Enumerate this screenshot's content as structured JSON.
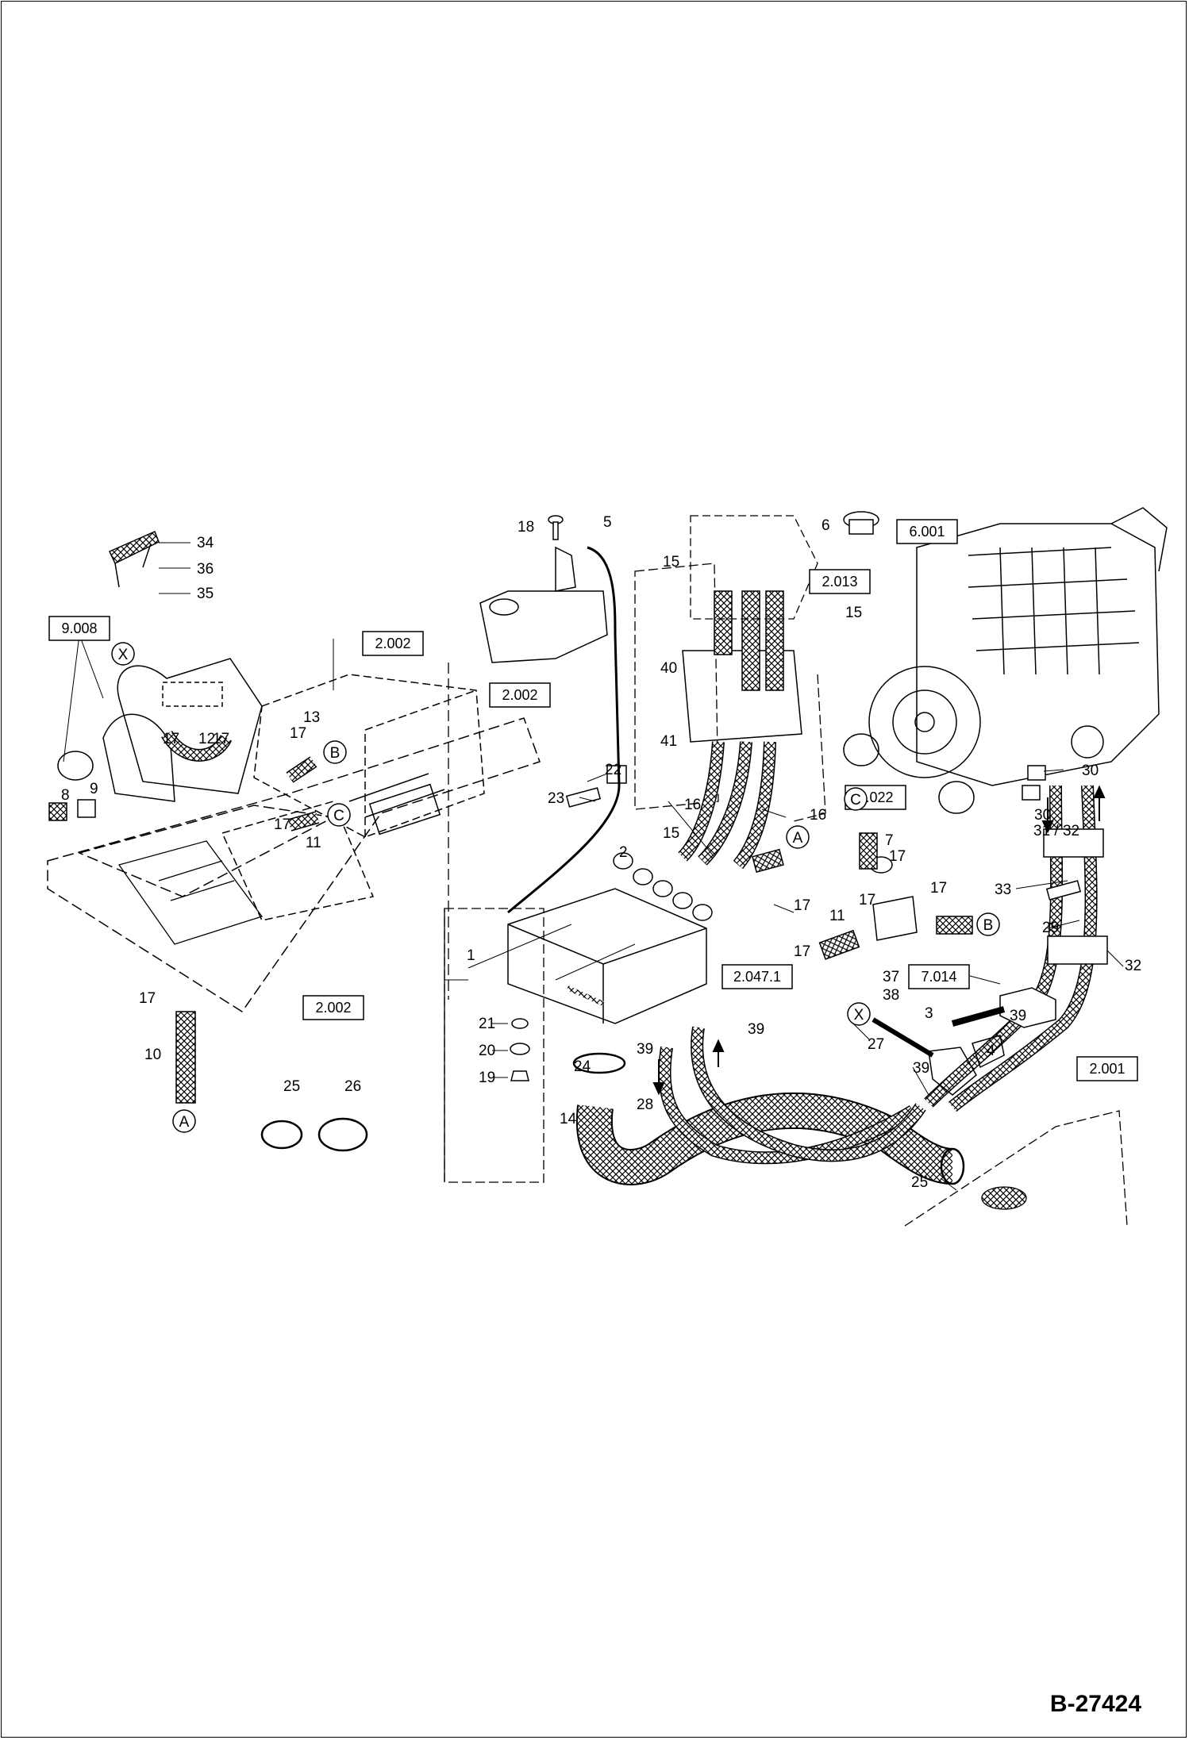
{
  "drawing_id": "B-27424",
  "ref_boxes": [
    "9.008",
    "2.002",
    "2.002",
    "2.002",
    "2.013",
    "6.001",
    "2.022",
    "2.047.1",
    "7.014",
    "2.001"
  ],
  "circle_refs": [
    "X",
    "B",
    "C",
    "A",
    "A",
    "C",
    "B",
    "X"
  ],
  "part_labels": [
    "34",
    "36",
    "35",
    "17",
    "12",
    "17",
    "17",
    "13",
    "8",
    "9",
    "17",
    "11",
    "17",
    "10",
    "25",
    "26",
    "18",
    "5",
    "6",
    "15",
    "15",
    "40",
    "41",
    "22",
    "23",
    "16",
    "16",
    "2",
    "15",
    "17",
    "17",
    "1",
    "21",
    "20",
    "19",
    "24",
    "14",
    "39",
    "39",
    "28",
    "11",
    "17",
    "7",
    "17",
    "17",
    "33",
    "29",
    "30",
    "30",
    "31 / 32",
    "32",
    "37",
    "38",
    "3",
    "4",
    "39",
    "27",
    "39",
    "25"
  ],
  "colors": {
    "line": "#000000",
    "background": "#ffffff"
  }
}
